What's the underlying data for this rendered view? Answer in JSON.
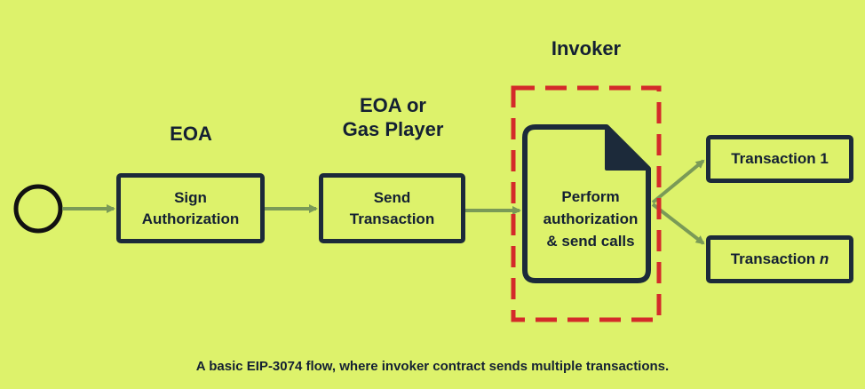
{
  "labels": {
    "eoa": "EOA",
    "eoa_or_line1": "EOA or",
    "eoa_or_line2": "Gas Player",
    "invoker": "Invoker"
  },
  "nodes": {
    "sign_line1": "Sign",
    "sign_line2": "Authorization",
    "send_line1": "Send",
    "send_line2": "Transaction",
    "perform_line1": "Perform",
    "perform_line2": "authorization",
    "perform_line3": "& send calls",
    "tx1": "Transaction 1",
    "txn_prefix": "Transaction",
    "txn_suffix": "n"
  },
  "caption": "A basic EIP-3074 flow, where invoker contract sends multiple transactions.",
  "colors": {
    "background": "#ddf26b",
    "border": "#1c2a3a",
    "arrow": "#7a9a57",
    "dashed": "#d42a2a"
  }
}
